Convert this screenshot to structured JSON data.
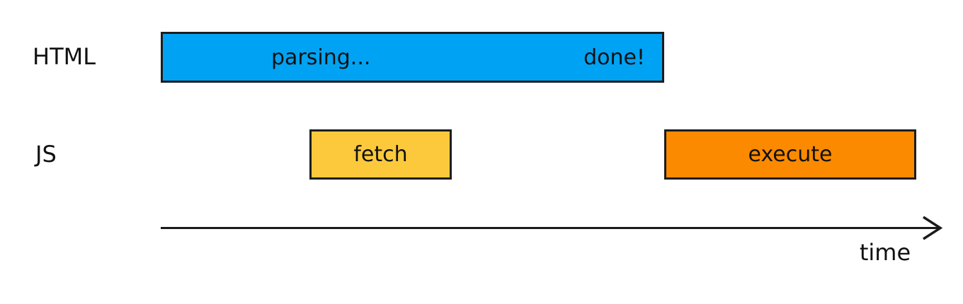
{
  "diagram": {
    "background_color": "#ffffff",
    "text_color": "#111111",
    "border_color": "#1d1d1d",
    "rows": {
      "html": {
        "label": "HTML"
      },
      "js": {
        "label": "JS"
      }
    },
    "bars": {
      "parsing": {
        "row": "HTML",
        "start_label": "parsing...",
        "end_label": "done!",
        "color": "#00a3f4"
      },
      "fetch": {
        "row": "JS",
        "label": "fetch",
        "color": "#fdc93c"
      },
      "execute": {
        "row": "JS",
        "label": "execute",
        "color": "#fb8a00"
      }
    },
    "axis": {
      "label": "time",
      "color": "#1b1b1b"
    }
  }
}
